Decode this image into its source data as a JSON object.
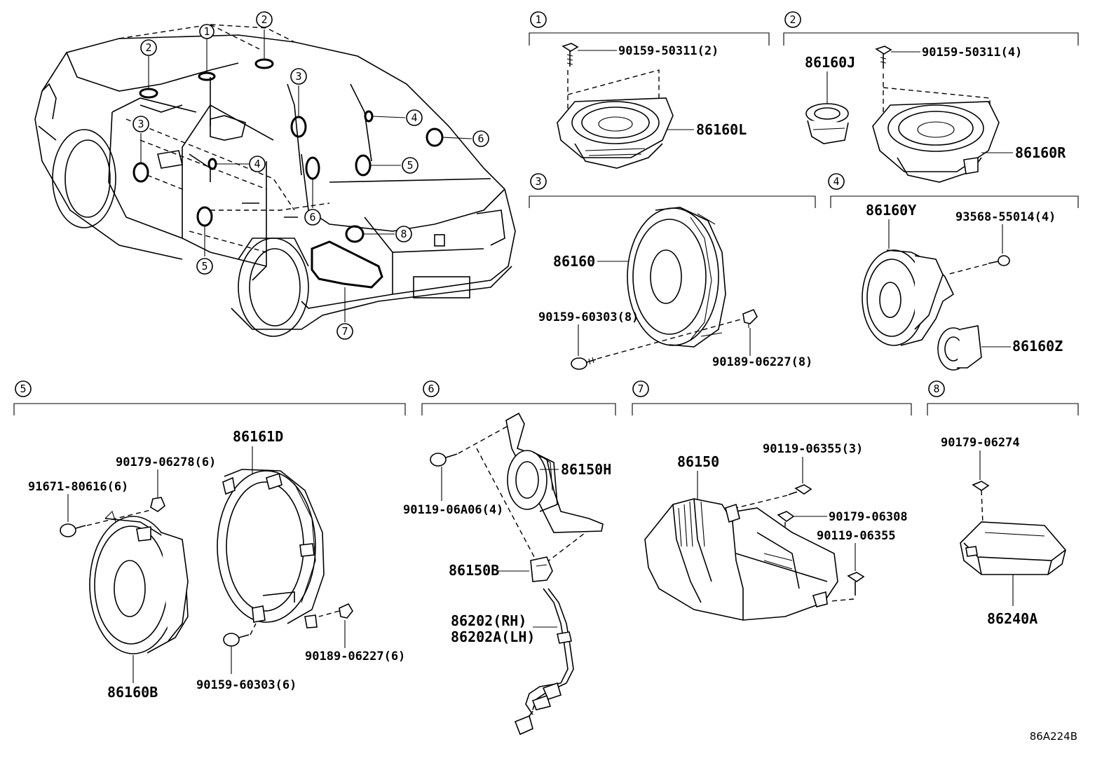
{
  "diagram_code": "86A224B",
  "vehicle_callouts": [
    {
      "id": "car-callout-1",
      "label": "1"
    },
    {
      "id": "car-callout-2a",
      "label": "2"
    },
    {
      "id": "car-callout-2b",
      "label": "2"
    },
    {
      "id": "car-callout-3a",
      "label": "3"
    },
    {
      "id": "car-callout-3b",
      "label": "3"
    },
    {
      "id": "car-callout-4a",
      "label": "4"
    },
    {
      "id": "car-callout-4b",
      "label": "4"
    },
    {
      "id": "car-callout-5a",
      "label": "5"
    },
    {
      "id": "car-callout-5b",
      "label": "5"
    },
    {
      "id": "car-callout-6a",
      "label": "6"
    },
    {
      "id": "car-callout-6b",
      "label": "6"
    },
    {
      "id": "car-callout-7",
      "label": "7"
    },
    {
      "id": "car-callout-8",
      "label": "8"
    }
  ],
  "groups": [
    {
      "label": "1",
      "parts": [
        "90159-50311(2)",
        "86160L"
      ]
    },
    {
      "label": "2",
      "parts": [
        "86160J",
        "90159-50311(4)",
        "86160R"
      ]
    },
    {
      "label": "3",
      "parts": [
        "86160",
        "90159-60303(8)",
        "90189-06227(8)"
      ]
    },
    {
      "label": "4",
      "parts": [
        "86160Y",
        "93568-55014(4)",
        "86160Z"
      ]
    },
    {
      "label": "5",
      "parts": [
        "86161D",
        "90179-06278(6)",
        "91671-80616(6)",
        "86160B",
        "90159-60303(6)",
        "90189-06227(6)"
      ]
    },
    {
      "label": "6",
      "parts": [
        "86150H",
        "90119-06A06(4)",
        "86150B",
        "86202(RH)",
        "86202A(LH)"
      ]
    },
    {
      "label": "7",
      "parts": [
        "86150",
        "90119-06355(3)",
        "90179-06308",
        "90119-06355"
      ]
    },
    {
      "label": "8",
      "parts": [
        "90179-06274",
        "86240A"
      ]
    }
  ]
}
